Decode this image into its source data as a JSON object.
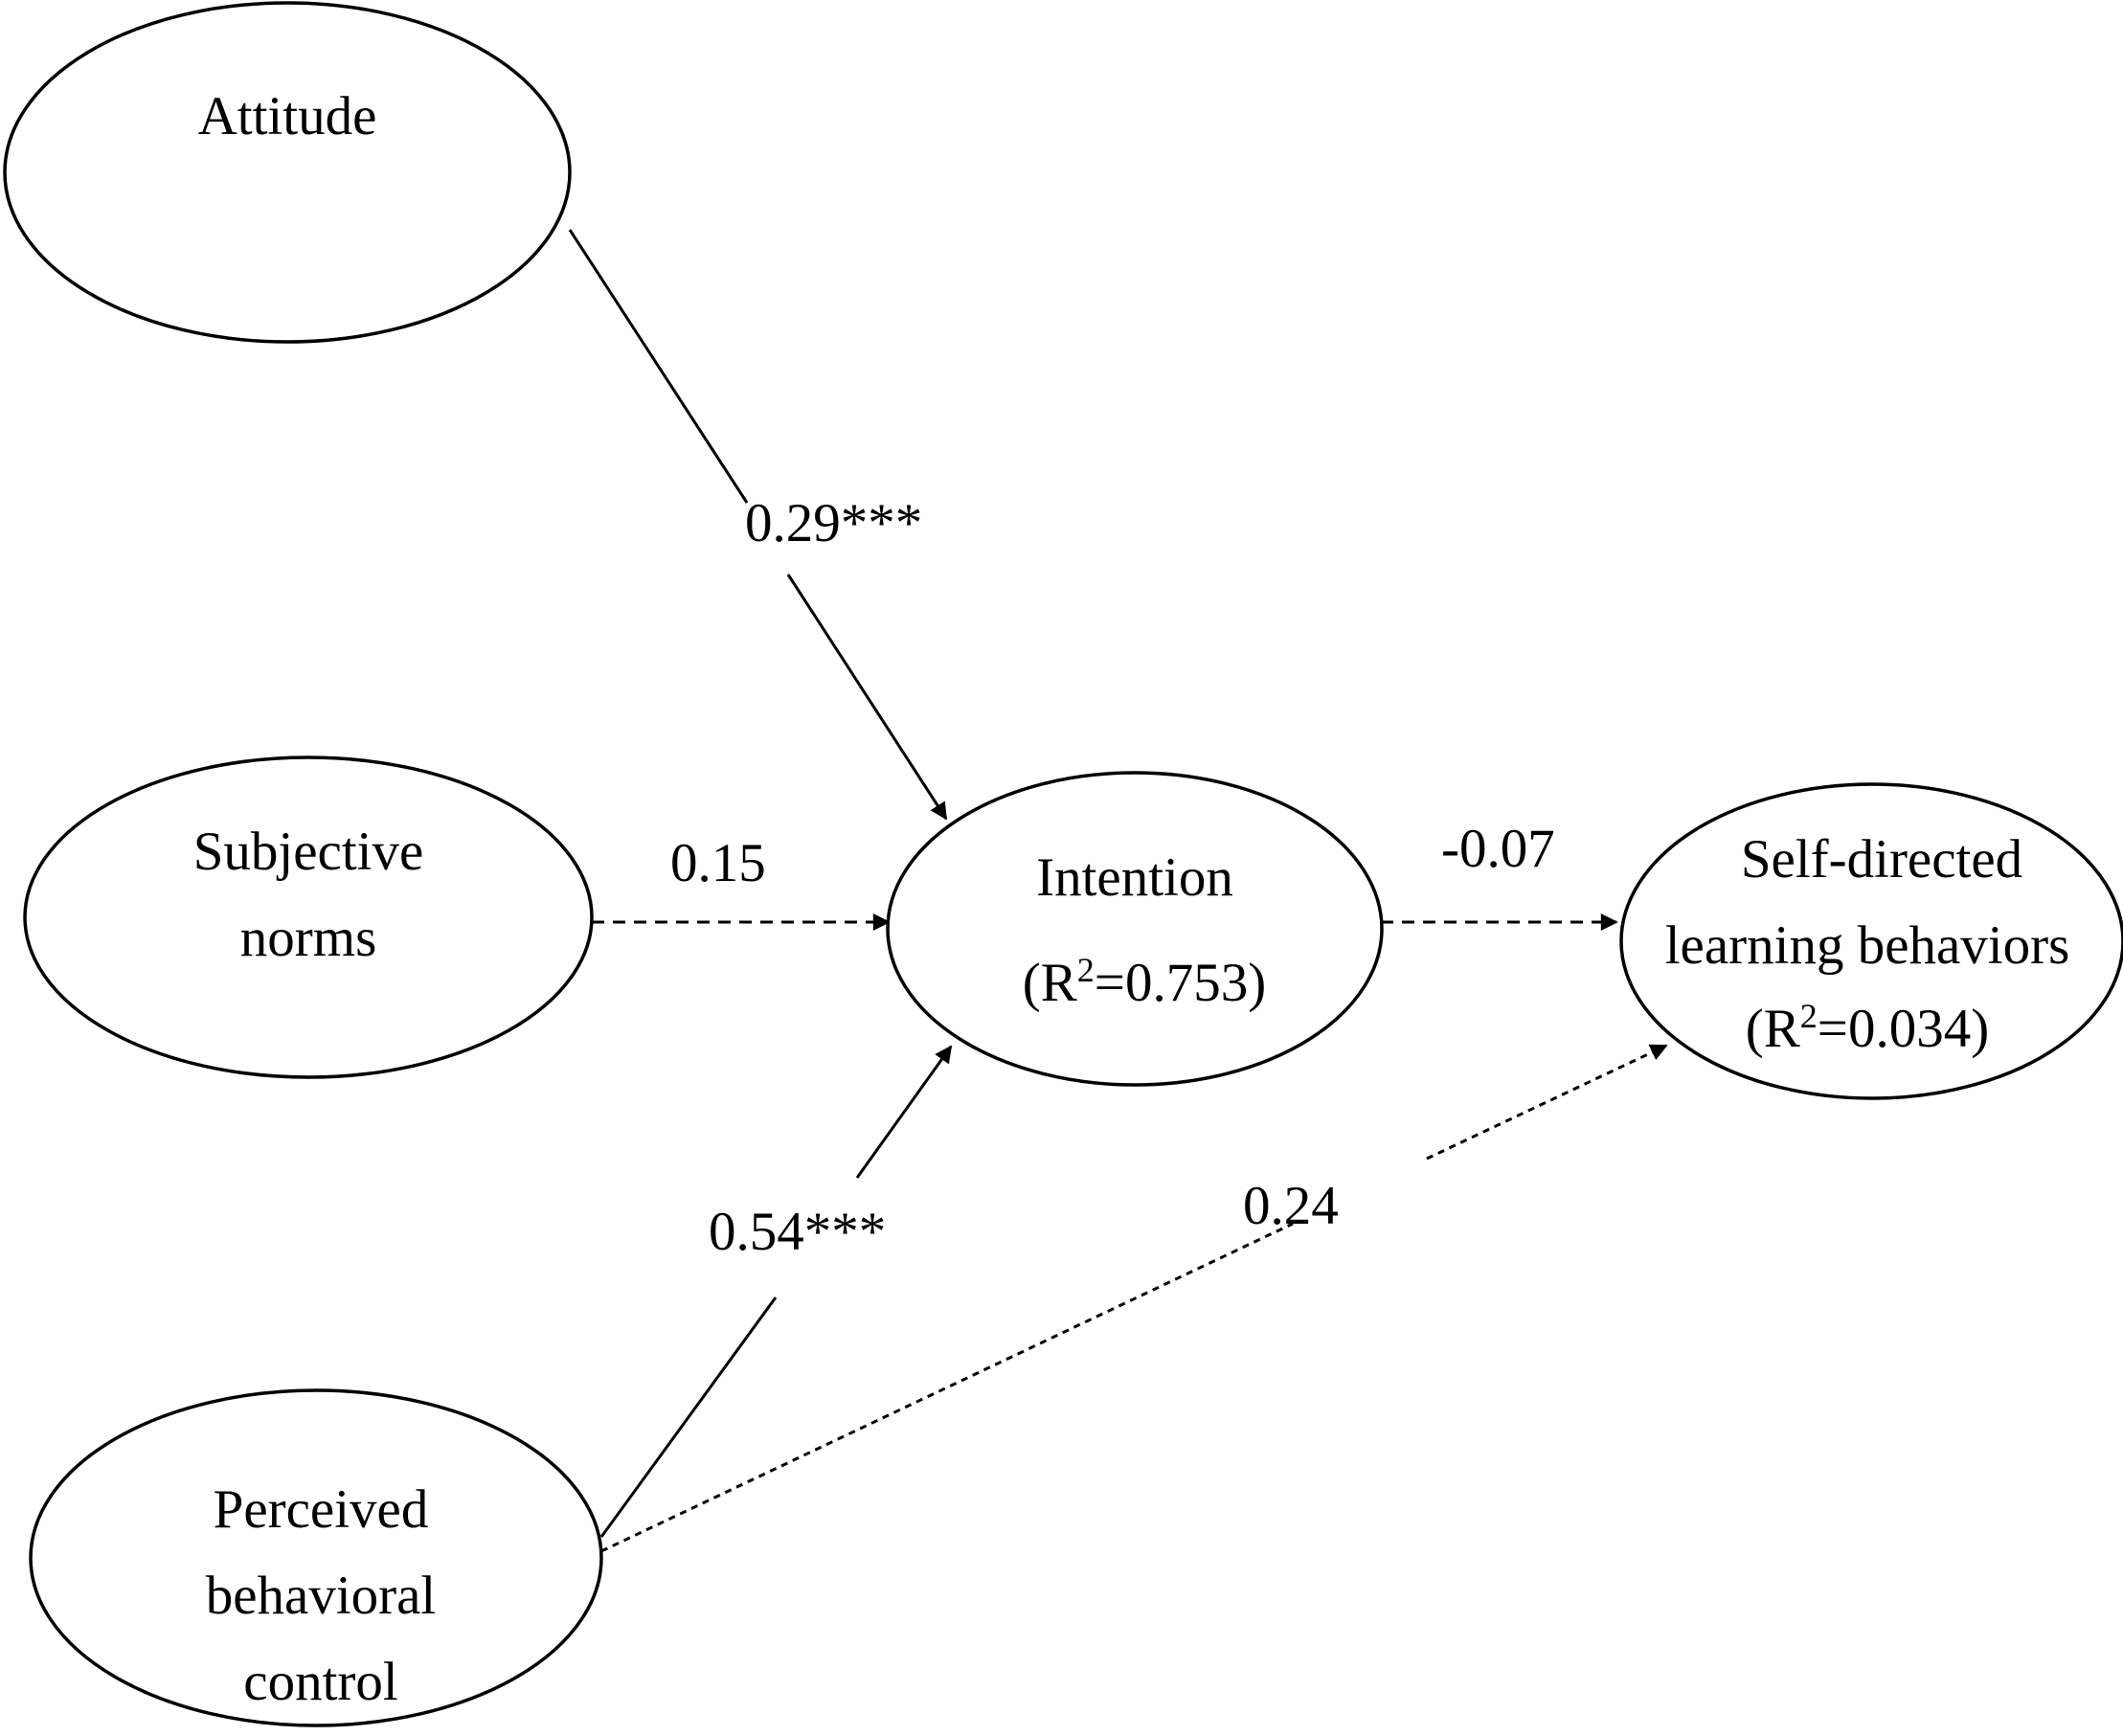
{
  "nodes": {
    "attitude": {
      "lines": [
        "Attitude"
      ]
    },
    "subjective_norms": {
      "lines": [
        "Subjective",
        "norms"
      ]
    },
    "perceived_control": {
      "lines": [
        "Perceived",
        "behavioral",
        "control"
      ]
    },
    "intention": {
      "line1": "Intention",
      "r2_open": "(R",
      "r2_sup": "2",
      "r2_rest": "=0.753)"
    },
    "sdlb": {
      "line1": "Self-directed",
      "line2": "learning behaviors",
      "r2_open": "(R",
      "r2_sup": "2",
      "r2_rest": "=0.034)"
    }
  },
  "paths": {
    "attitude_intention": {
      "label": "0.29***",
      "significant": true
    },
    "norms_intention": {
      "label": "0.15",
      "significant": false
    },
    "control_intention": {
      "label": "0.54***",
      "significant": true
    },
    "intention_sdlb": {
      "label": "-0.07",
      "significant": false
    },
    "control_sdlb": {
      "label": "0.24",
      "significant": false
    }
  },
  "colors": {
    "stroke": "#000000",
    "text": "#000000",
    "background": "#ffffff"
  }
}
